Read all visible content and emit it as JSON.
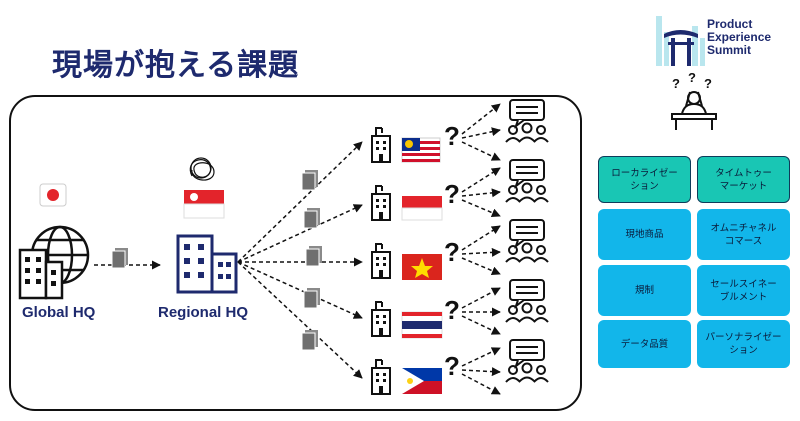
{
  "page": {
    "title": "現場が抱える課題"
  },
  "logo": {
    "line1": "Product",
    "line2": "Experience",
    "line3": "Summit"
  },
  "diagram": {
    "global_label": "Global HQ",
    "regional_label": "Regional HQ",
    "question_mark": "?",
    "countries": [
      "malaysia-flag",
      "indonesia-flag",
      "vietnam-flag",
      "thailand-flag",
      "philippines-flag"
    ]
  },
  "challenges": [
    {
      "label": "ローカライゼー\nション",
      "style": "teal"
    },
    {
      "label": "タイムトゥー\nマーケット",
      "style": "teal"
    },
    {
      "label": "現地商品",
      "style": "blue"
    },
    {
      "label": "オムニチャネル\nコマース",
      "style": "blue"
    },
    {
      "label": "規制",
      "style": "blue"
    },
    {
      "label": "セールスイネー\nブルメント",
      "style": "blue"
    },
    {
      "label": "データ品質",
      "style": "blue"
    },
    {
      "label": "パーソナライゼー\nション",
      "style": "blue"
    }
  ],
  "colors": {
    "navy": "#1e2a6e",
    "teal": "#19c6b4",
    "blue": "#12b6ea"
  }
}
